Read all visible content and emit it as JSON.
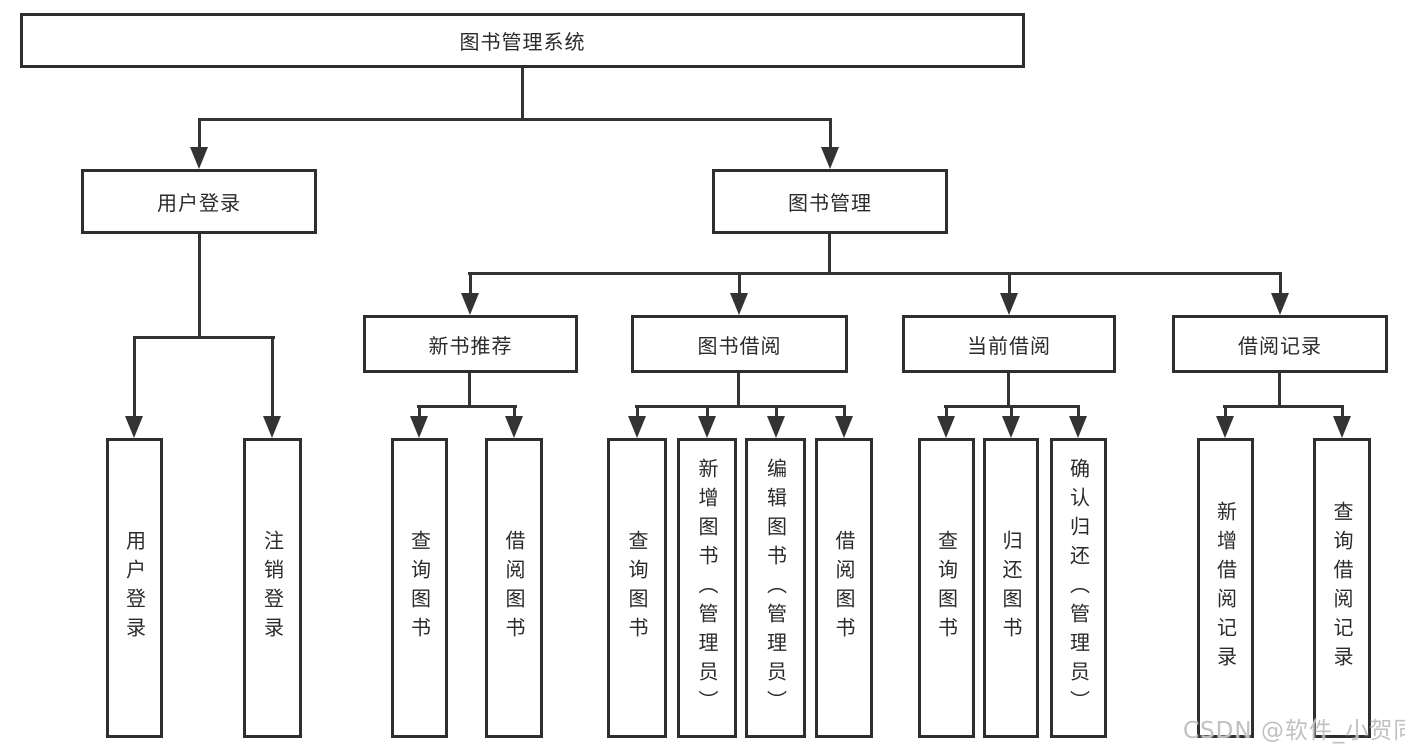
{
  "diagram": {
    "tree": {
      "label": "图书管理系统",
      "children": [
        {
          "label": "用户登录",
          "children": [
            {
              "label": "用户登录"
            },
            {
              "label": "注销登录"
            }
          ]
        },
        {
          "label": "图书管理",
          "children": [
            {
              "label": "新书推荐",
              "children": [
                {
                  "label": "查询图书"
                },
                {
                  "label": "借阅图书"
                }
              ]
            },
            {
              "label": "图书借阅",
              "children": [
                {
                  "label": "查询图书"
                },
                {
                  "label": "新增图书（管理员）"
                },
                {
                  "label": "编辑图书（管理员）"
                },
                {
                  "label": "借阅图书"
                }
              ]
            },
            {
              "label": "当前借阅",
              "children": [
                {
                  "label": "查询图书"
                },
                {
                  "label": "归还图书"
                },
                {
                  "label": "确认归还（管理员）"
                }
              ]
            },
            {
              "label": "借阅记录",
              "children": [
                {
                  "label": "新增借阅记录"
                },
                {
                  "label": "查询借阅记录"
                }
              ]
            }
          ]
        }
      ]
    }
  },
  "watermark": {
    "text": "CSDN @软件_小贺同学"
  },
  "colors": {
    "line": "#333333",
    "box_border": "#2e2e2e",
    "text": "#2b2b2b",
    "background": "#ffffff",
    "watermark": "#bebebe"
  }
}
